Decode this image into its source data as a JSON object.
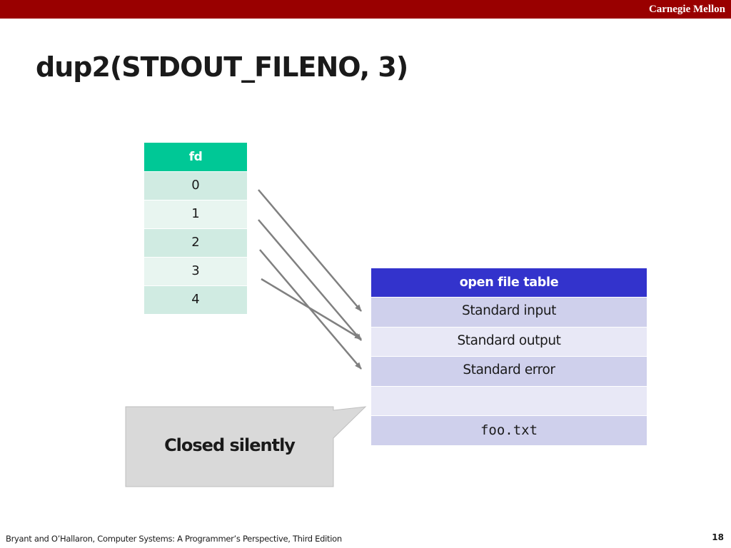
{
  "header": {
    "brand": "Carnegie Mellon"
  },
  "slide": {
    "title": "dup2(STDOUT_FILENO, 3)"
  },
  "fd_table": {
    "header": "fd",
    "rows": [
      "0",
      "1",
      "2",
      "3",
      "4"
    ]
  },
  "open_file_table": {
    "header": "open file table",
    "rows": [
      "Standard input",
      "Standard output",
      "Standard error",
      "",
      "foo.txt"
    ]
  },
  "arrows": [
    {
      "from_fd": "0",
      "to_entry": "Standard input"
    },
    {
      "from_fd": "1",
      "to_entry": "Standard output"
    },
    {
      "from_fd": "2",
      "to_entry": "Standard error"
    },
    {
      "from_fd": "3",
      "to_entry": "Standard output"
    }
  ],
  "callout": {
    "text": "Closed silently"
  },
  "footer": {
    "citation": "Bryant and O’Hallaron, Computer Systems: A Programmer’s Perspective, Third Edition",
    "page_number": "18"
  },
  "colors": {
    "brand_bar": "#990000",
    "fd_header": "#00c896",
    "oft_header": "#3333cc",
    "arrow": "#808080",
    "callout": "#d9d9d9"
  }
}
